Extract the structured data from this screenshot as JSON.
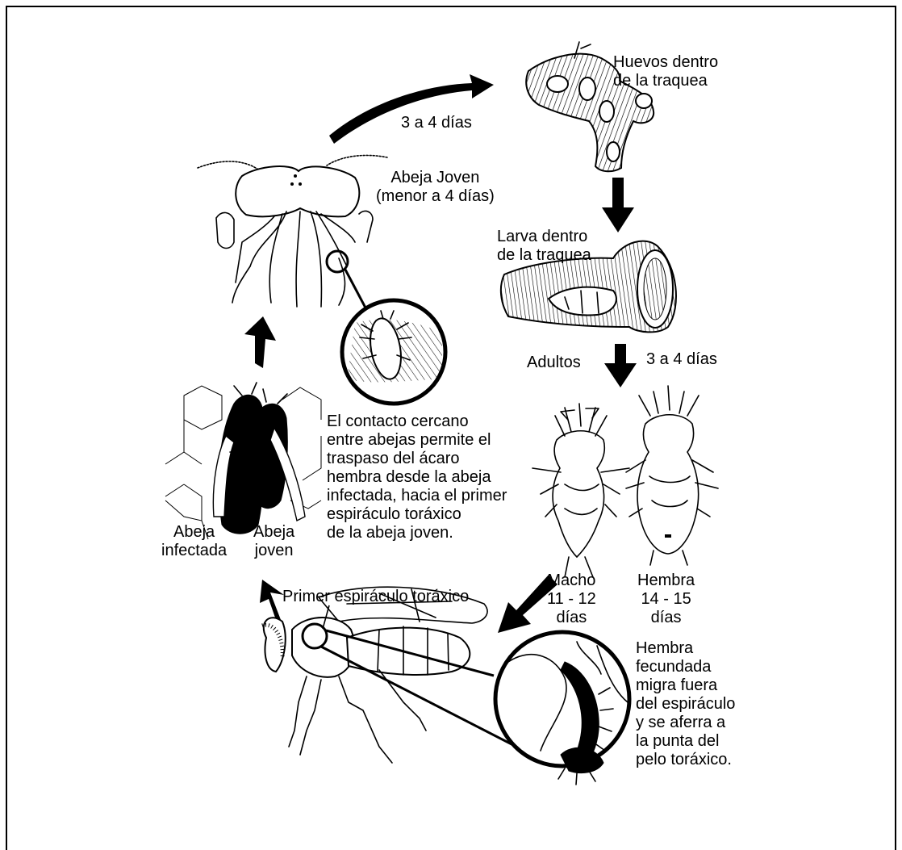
{
  "labels": {
    "eggs": "Huevos dentro\nde la traquea",
    "days_eggs": "3 a 4 días",
    "young_bee": "Abeja Joven\n(menor a 4 días)",
    "larva": "Larva dentro\nde la traquea",
    "adults": "Adultos",
    "days_adults": "3 a 4 días",
    "contact": "El contacto cercano\nentre abejas permite el\ntraspaso del ácaro\nhembra desde la abeja\ninfectada, hacia el primer\nespiráculo toráxico\nde la abeja joven.",
    "infected_bee": "Abeja\ninfectada",
    "young_bee_small": "Abeja\njoven",
    "male": "Macho\n11 - 12\ndías",
    "female": "Hembra\n14 - 15\ndías",
    "spiracle": "Primer espiráculo toráxico",
    "fertilized_female": "Hembra\nfecundada\nmigra fuera\ndel espiráculo\ny se aferra a\nla punta del\npelo toráxico."
  },
  "icons": [
    "trachea-eggs-illustration",
    "trachea-larva-illustration",
    "bee-head-trachea-illustration",
    "mite-magnifier-illustration",
    "bees-on-comb-illustration",
    "male-mite-illustration",
    "female-mite-illustration",
    "bee-side-illustration",
    "hair-magnifier-illustration",
    "cycle-arrow-icon"
  ]
}
